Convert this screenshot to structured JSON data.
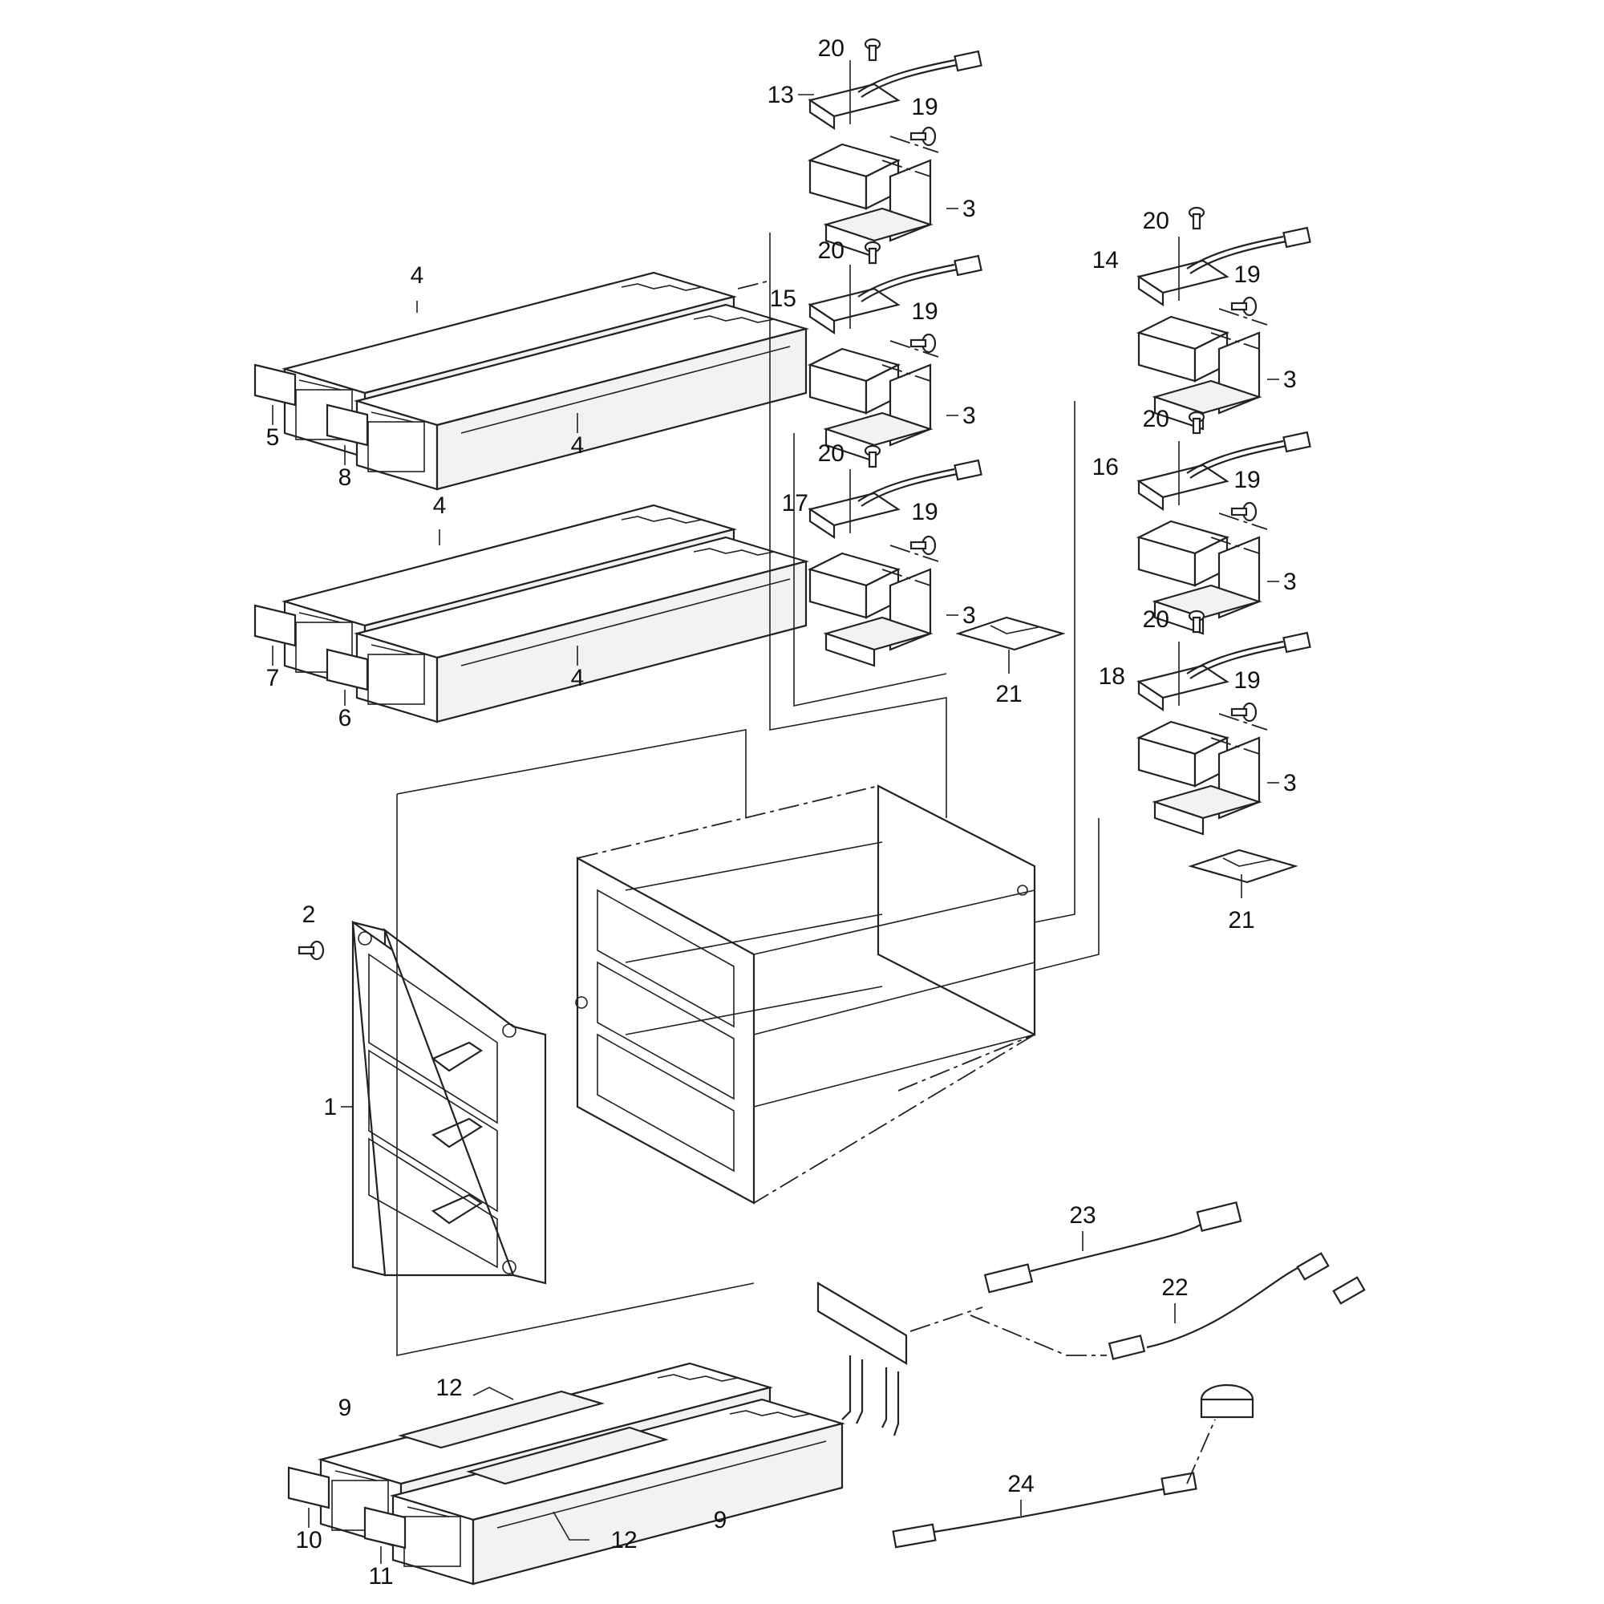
{
  "callouts": [
    {
      "id": "c1",
      "text": "1"
    },
    {
      "id": "c2",
      "text": "2"
    },
    {
      "id": "c3a",
      "text": "3"
    },
    {
      "id": "c3b",
      "text": "3"
    },
    {
      "id": "c3c",
      "text": "3"
    },
    {
      "id": "c3d",
      "text": "3"
    },
    {
      "id": "c3e",
      "text": "3"
    },
    {
      "id": "c3f",
      "text": "3"
    },
    {
      "id": "c4a",
      "text": "4"
    },
    {
      "id": "c4b",
      "text": "4"
    },
    {
      "id": "c4c",
      "text": "4"
    },
    {
      "id": "c4d",
      "text": "4"
    },
    {
      "id": "c5",
      "text": "5"
    },
    {
      "id": "c6",
      "text": "6"
    },
    {
      "id": "c7",
      "text": "7"
    },
    {
      "id": "c8",
      "text": "8"
    },
    {
      "id": "c9a",
      "text": "9"
    },
    {
      "id": "c9b",
      "text": "9"
    },
    {
      "id": "c10",
      "text": "10"
    },
    {
      "id": "c11",
      "text": "11"
    },
    {
      "id": "c12a",
      "text": "12"
    },
    {
      "id": "c12b",
      "text": "12"
    },
    {
      "id": "c13",
      "text": "13"
    },
    {
      "id": "c14",
      "text": "14"
    },
    {
      "id": "c15",
      "text": "15"
    },
    {
      "id": "c16",
      "text": "16"
    },
    {
      "id": "c17",
      "text": "17"
    },
    {
      "id": "c18",
      "text": "18"
    },
    {
      "id": "c19a",
      "text": "19"
    },
    {
      "id": "c19b",
      "text": "19"
    },
    {
      "id": "c19c",
      "text": "19"
    },
    {
      "id": "c19d",
      "text": "19"
    },
    {
      "id": "c19e",
      "text": "19"
    },
    {
      "id": "c19f",
      "text": "19"
    },
    {
      "id": "c20a",
      "text": "20"
    },
    {
      "id": "c20b",
      "text": "20"
    },
    {
      "id": "c20c",
      "text": "20"
    },
    {
      "id": "c20d",
      "text": "20"
    },
    {
      "id": "c20e",
      "text": "20"
    },
    {
      "id": "c20f",
      "text": "20"
    },
    {
      "id": "c21a",
      "text": "21"
    },
    {
      "id": "c21b",
      "text": "21"
    },
    {
      "id": "c22",
      "text": "22"
    },
    {
      "id": "c23",
      "text": "23"
    },
    {
      "id": "c24",
      "text": "24"
    }
  ]
}
